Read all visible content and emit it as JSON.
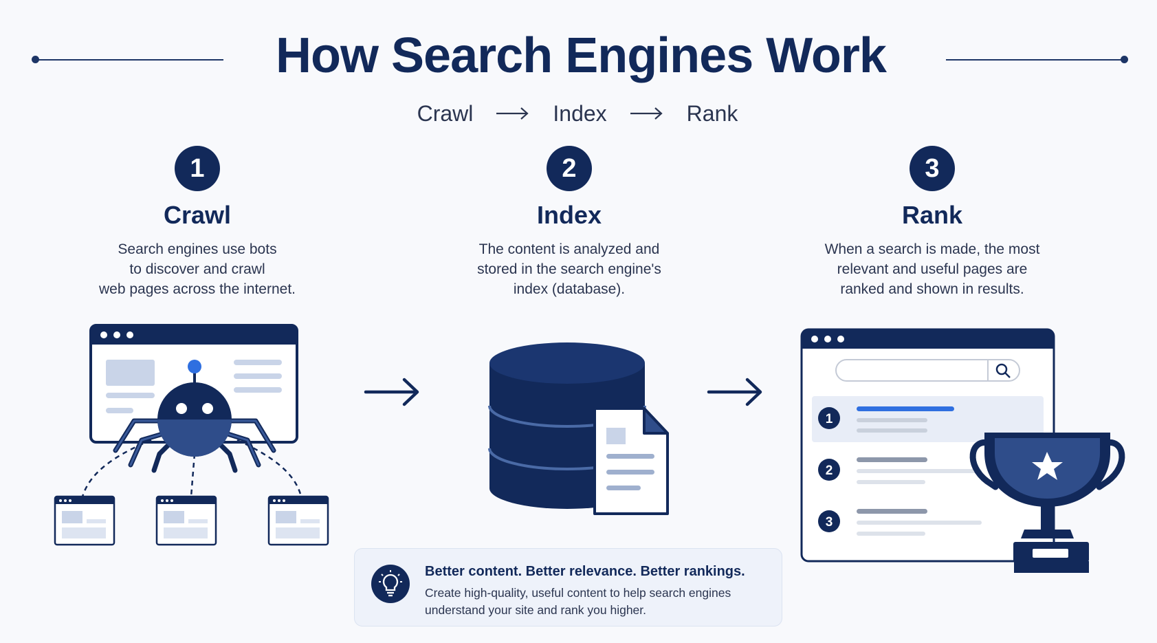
{
  "title": "How Search Engines Work",
  "flow": [
    "Crawl",
    "Index",
    "Rank"
  ],
  "steps": [
    {
      "number": "1",
      "name": "Crawl",
      "description": "Search engines use bots\nto discover and crawl\nweb pages across the internet."
    },
    {
      "number": "2",
      "name": "Index",
      "description": "The content is analyzed and\nstored in the search engine's\nindex (database)."
    },
    {
      "number": "3",
      "name": "Rank",
      "description": "When a search is made, the most\nrelevant and useful pages are\nranked and shown in results."
    }
  ],
  "results": [
    "1",
    "2",
    "3"
  ],
  "tip": {
    "headline": "Better content. Better relevance. Better rankings.",
    "body": "Create high-quality, useful content to help search engines understand your site and rank you higher."
  },
  "colors": {
    "navy": "#12295a",
    "accent_blue": "#2f6fe0",
    "light_block": "#c9d4e8"
  }
}
